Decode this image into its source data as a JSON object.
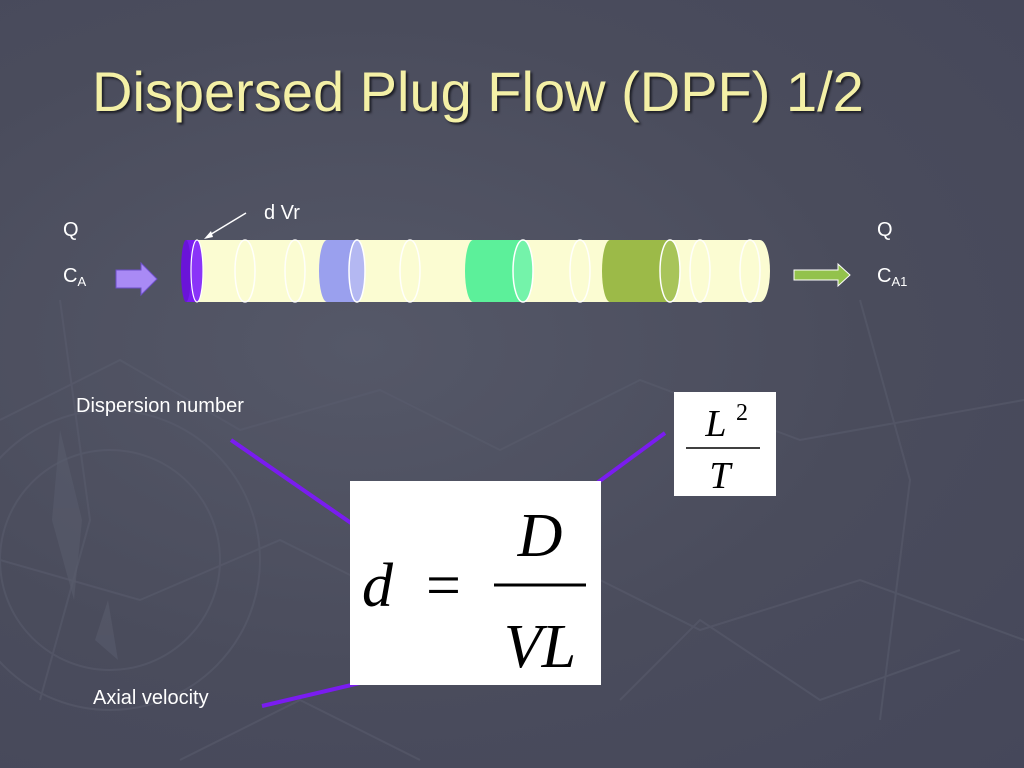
{
  "slide": {
    "title": "Dispersed Plug Flow (DPF) 1/2"
  },
  "reactor": {
    "inlet_flow_label": "Q",
    "inlet_conc_label": "C",
    "inlet_conc_sub": "A",
    "outlet_flow_label": "Q",
    "outlet_conc_label": "C",
    "outlet_conc_sub": "A1",
    "element_label": "d Vr",
    "colors": {
      "tube": "#fbfcd2",
      "inlet_disk": "#7a1cf0",
      "slice_blue": "#9aa0ee",
      "slice_green": "#5cf09a",
      "slice_olive": "#9cba48",
      "inlet_arrow": "#a98af5",
      "outlet_arrow": "#93c24c"
    }
  },
  "annotations": {
    "dispersion_number": "Dispersion number",
    "axial_velocity": "Axial velocity",
    "arrow_color": "#7a1cf0"
  },
  "equation": {
    "lhs": "d",
    "equals": "=",
    "numerator": "D",
    "denominator": "VL"
  },
  "units_fraction": {
    "numerator_base": "L",
    "numerator_exponent": "2",
    "denominator": "T"
  }
}
